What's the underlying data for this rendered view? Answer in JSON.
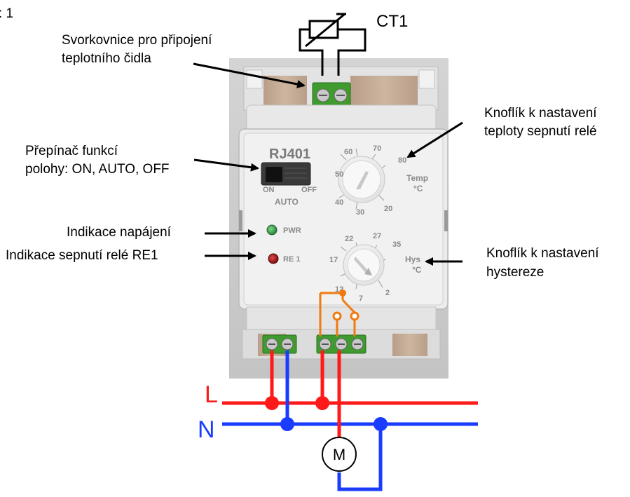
{
  "figure_prefix": ": 1",
  "sensor": {
    "label": "CT1"
  },
  "annotations": {
    "terminal_line1": "Svorkovnice pro připojení",
    "terminal_line2": "teplotního čidla",
    "switch_line1": "Přepínač funkcí",
    "switch_line2": "polohy: ON, AUTO, OFF",
    "power_indicator": "Indikace napájení",
    "relay_indicator": "Indikace sepnutí relé RE1",
    "temp_knob_line1": "Knoflík k nastavení",
    "temp_knob_line2": "teploty sepnutí relé",
    "hyst_knob_line1": "Knoflík k nastavení",
    "hyst_knob_line2": "hystereze"
  },
  "device": {
    "model": "RJ401",
    "switch_on": "ON",
    "switch_off": "OFF",
    "switch_auto": "AUTO",
    "led_pwr": "PWR",
    "led_re1": "RE 1",
    "temp_knob": {
      "label_line1": "Temp",
      "label_line2": "°C",
      "scale": [
        "20",
        "30",
        "40",
        "50",
        "60",
        "70",
        "80"
      ]
    },
    "hyst_knob": {
      "label_line1": "Hys",
      "label_line2": "°C",
      "scale": [
        "2",
        "7",
        "12",
        "17",
        "22",
        "27",
        "35"
      ]
    }
  },
  "wiring": {
    "line_label": "L",
    "neutral_label": "N",
    "motor_label": "M",
    "line_color": "#ff1a1a",
    "neutral_color": "#1a3cff",
    "relay_color": "#f07a10"
  }
}
